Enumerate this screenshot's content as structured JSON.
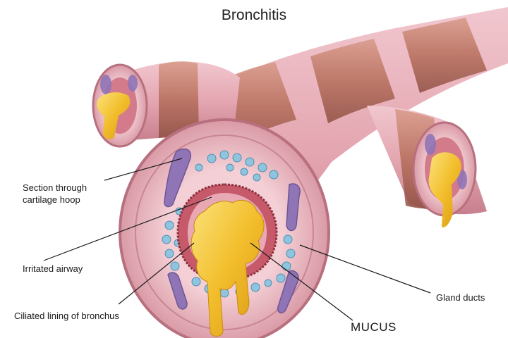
{
  "title": "Bronchitis",
  "labels": {
    "cartilage_line1": "Section through",
    "cartilage_line2": "cartilage hoop",
    "irritated_airway": "Irritated airway",
    "ciliated_lining": "Ciliated lining of bronchus",
    "gland_ducts": "Gland ducts",
    "mucus": "MUCUS"
  },
  "colors": {
    "tissue_pink": "#e7a9b3",
    "tissue_light": "#f3ccd2",
    "cartilage_band": "#b56d5a",
    "gland_purple": "#8f74b6",
    "duct_blue": "#8fc4df",
    "mucus_yellow": "#f2be2c",
    "lumen_red": "#b53a4a"
  }
}
